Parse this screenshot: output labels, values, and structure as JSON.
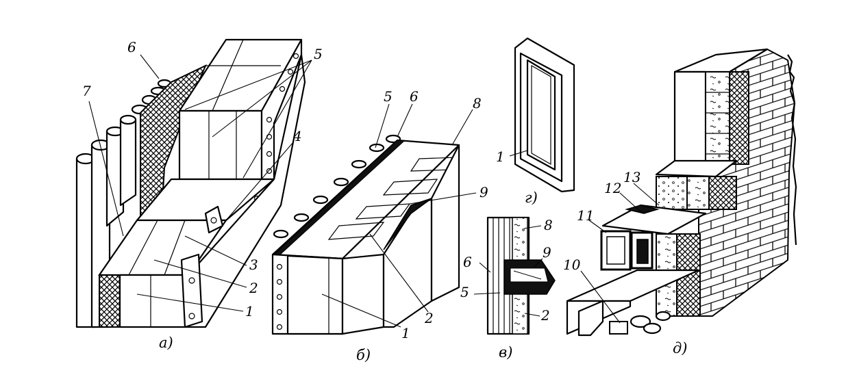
{
  "figure": {
    "captions": {
      "a": "а)",
      "b": "б)",
      "v": "в)",
      "g": "г)",
      "d": "д)"
    },
    "labels": {
      "a": [
        "7",
        "6",
        "5",
        "4",
        "3",
        "2",
        "1"
      ],
      "b": [
        "5",
        "6",
        "8",
        "9",
        "2",
        "1"
      ],
      "v": [
        "8",
        "6",
        "9",
        "5",
        "2"
      ],
      "g": [
        "1"
      ],
      "d": [
        "13",
        "12",
        "11",
        "10"
      ]
    }
  },
  "colors": {
    "ink": "#000000",
    "paper": "#ffffff"
  }
}
